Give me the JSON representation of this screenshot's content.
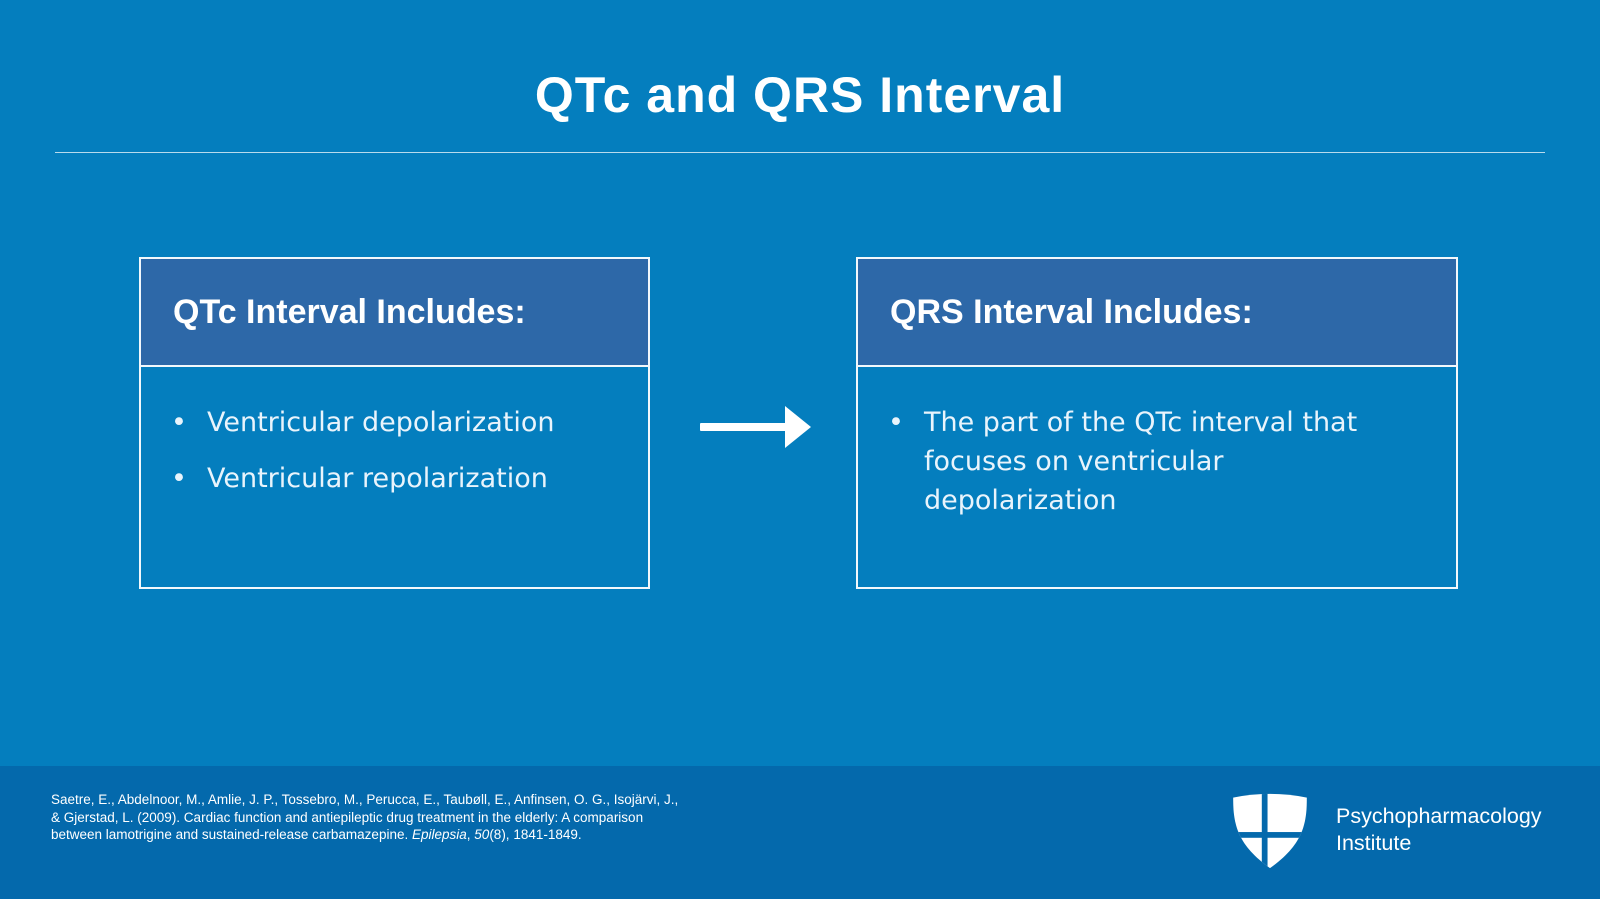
{
  "title": "QTc and QRS Interval",
  "bullet_glyph": "•",
  "colors": {
    "background": "#047EBE",
    "footer_band": "#0469AC",
    "box_header": "#2D68A8",
    "box_border": "#F2F8FC",
    "body_text": "#E9F4FC",
    "title_text": "#FFFFFF"
  },
  "boxes": [
    {
      "header": "QTc Interval Includes:",
      "bullets": [
        "Ventricular depolarization",
        "Ventricular repolarization"
      ]
    },
    {
      "header": "QRS Interval Includes:",
      "bullets": [
        "The part of the QTc interval that\nfocuses on ventricular\ndepolarization"
      ]
    }
  ],
  "footer": {
    "citation": {
      "line1": "Saetre, E., Abdelnoor, M., Amlie, J. P., Tossebro, M., Perucca, E., Taubøll, E., Anfinsen, O. G., Isojärvi, J.,",
      "line2": "& Gjerstad, L. (2009). Cardiac function and antiepileptic drug treatment in the elderly: A comparison",
      "line3_pre": "between lamotrigine and sustained-release carbamazepine. ",
      "line3_italic_journal": "Epilepsia",
      "line3_separator": ", ",
      "line3_italic_volume": "50",
      "line3_post": "(8), 1841-1849."
    },
    "logo": {
      "line1": "Psychopharmacology",
      "line2": "Institute"
    }
  }
}
